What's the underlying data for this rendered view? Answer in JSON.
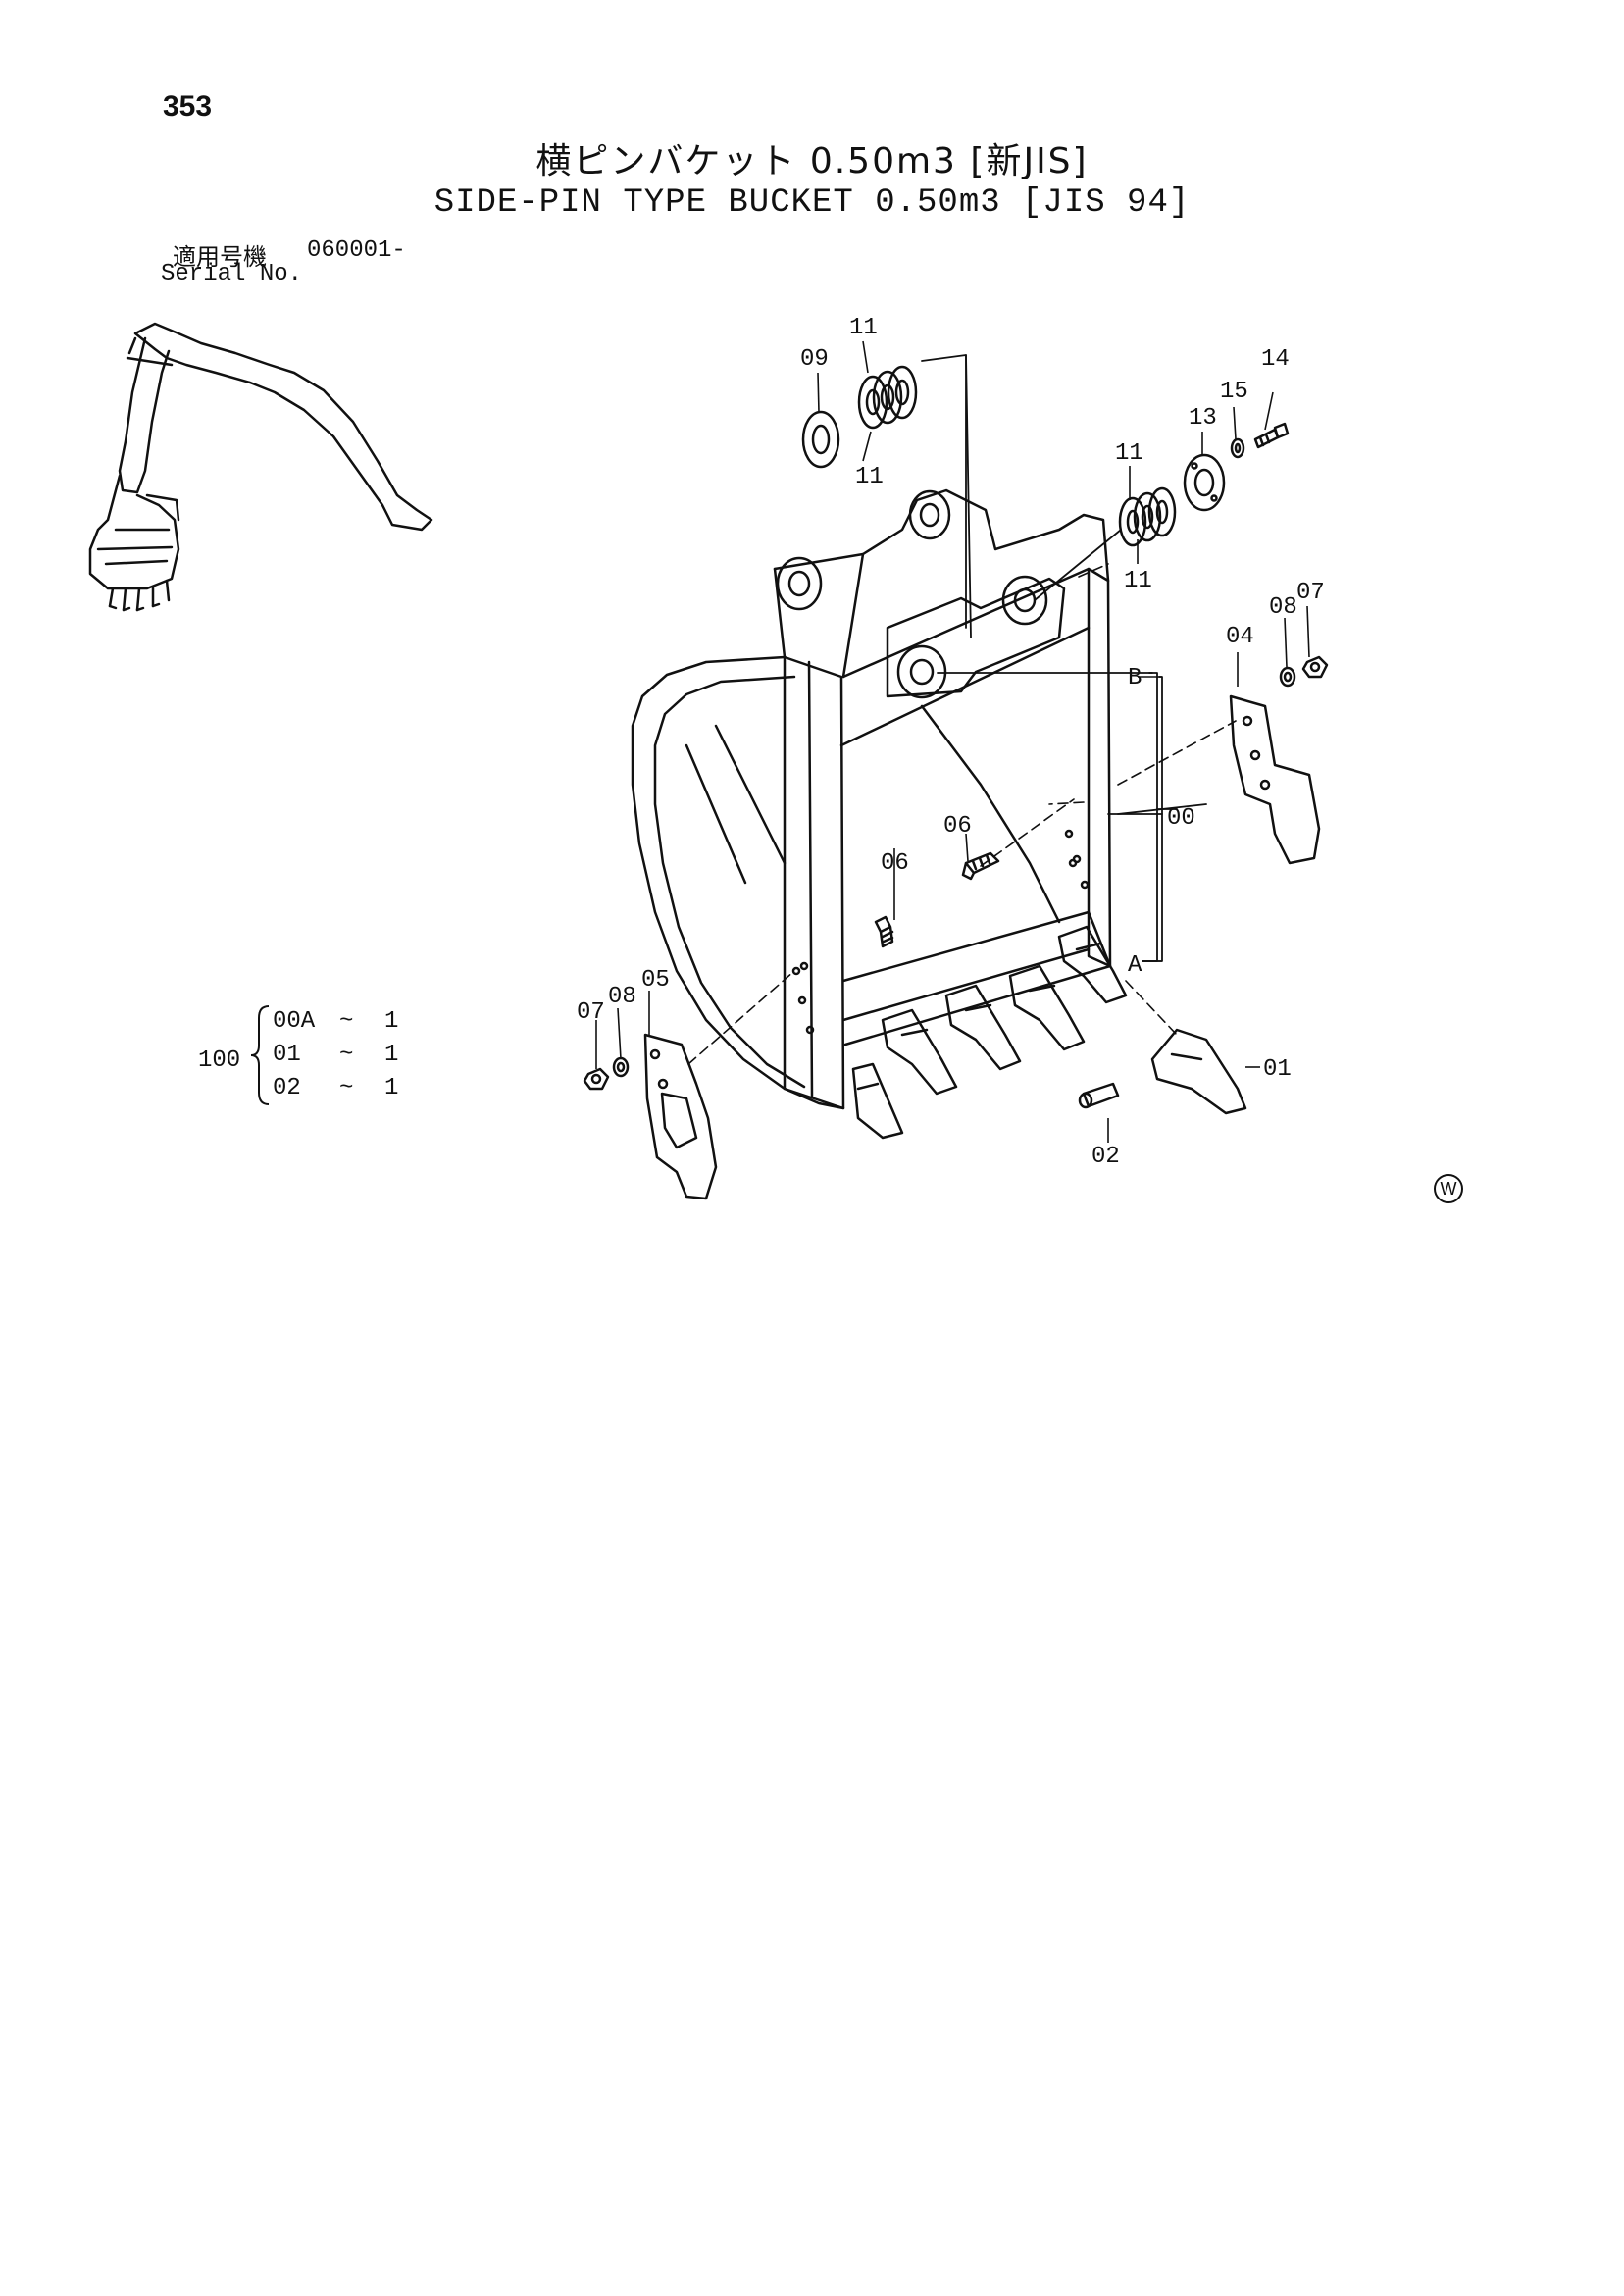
{
  "page_number": "353",
  "title_jp": "横ピンバケット 0.50m3 [新JIS]",
  "title_en": "SIDE-PIN TYPE BUCKET 0.50m3 [JIS 94]",
  "serial": {
    "label_jp": "適用号機",
    "label_en": "Serial No.",
    "value": "060001-"
  },
  "assembly": {
    "number": "100",
    "rows": [
      {
        "code": "00A",
        "sep": "~",
        "qty": "1"
      },
      {
        "code": "01",
        "sep": "~",
        "qty": "1"
      },
      {
        "code": "02",
        "sep": "~",
        "qty": "1"
      }
    ]
  },
  "callouts": {
    "c09": "09",
    "c11a": "11",
    "c11b": "11",
    "c11c": "11",
    "c11d": "11",
    "c13": "13",
    "c15": "15",
    "c14": "14",
    "c04": "04",
    "c08r": "08",
    "c07r": "07",
    "cB": "B",
    "c00": "00",
    "cA": "A",
    "c06a": "06",
    "c06b": "06",
    "c07l": "07",
    "c08l": "08",
    "c05": "05",
    "c01": "01",
    "c02": "02"
  },
  "mark": "W"
}
